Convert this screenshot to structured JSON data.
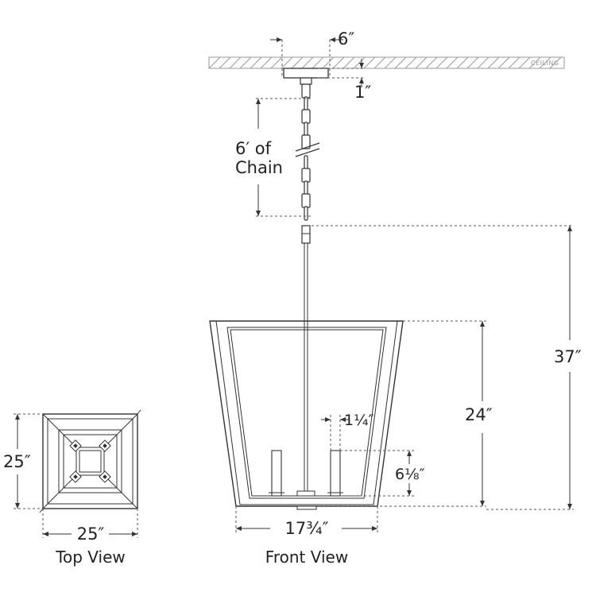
{
  "ceiling_label": "CEILING",
  "dimensions": {
    "canopy_width": "6″",
    "canopy_depth": "1″",
    "chain_length_line1": "6′ of",
    "chain_length_line2": "Chain",
    "overall_height": "37″",
    "body_height": "24″",
    "socket_width": "1¼″",
    "socket_height": "6⅛″",
    "body_width": "17¾″",
    "top_view_height": "25″",
    "top_view_width": "25″"
  },
  "labels": {
    "top_view": "Top View",
    "front_view": "Front View"
  }
}
